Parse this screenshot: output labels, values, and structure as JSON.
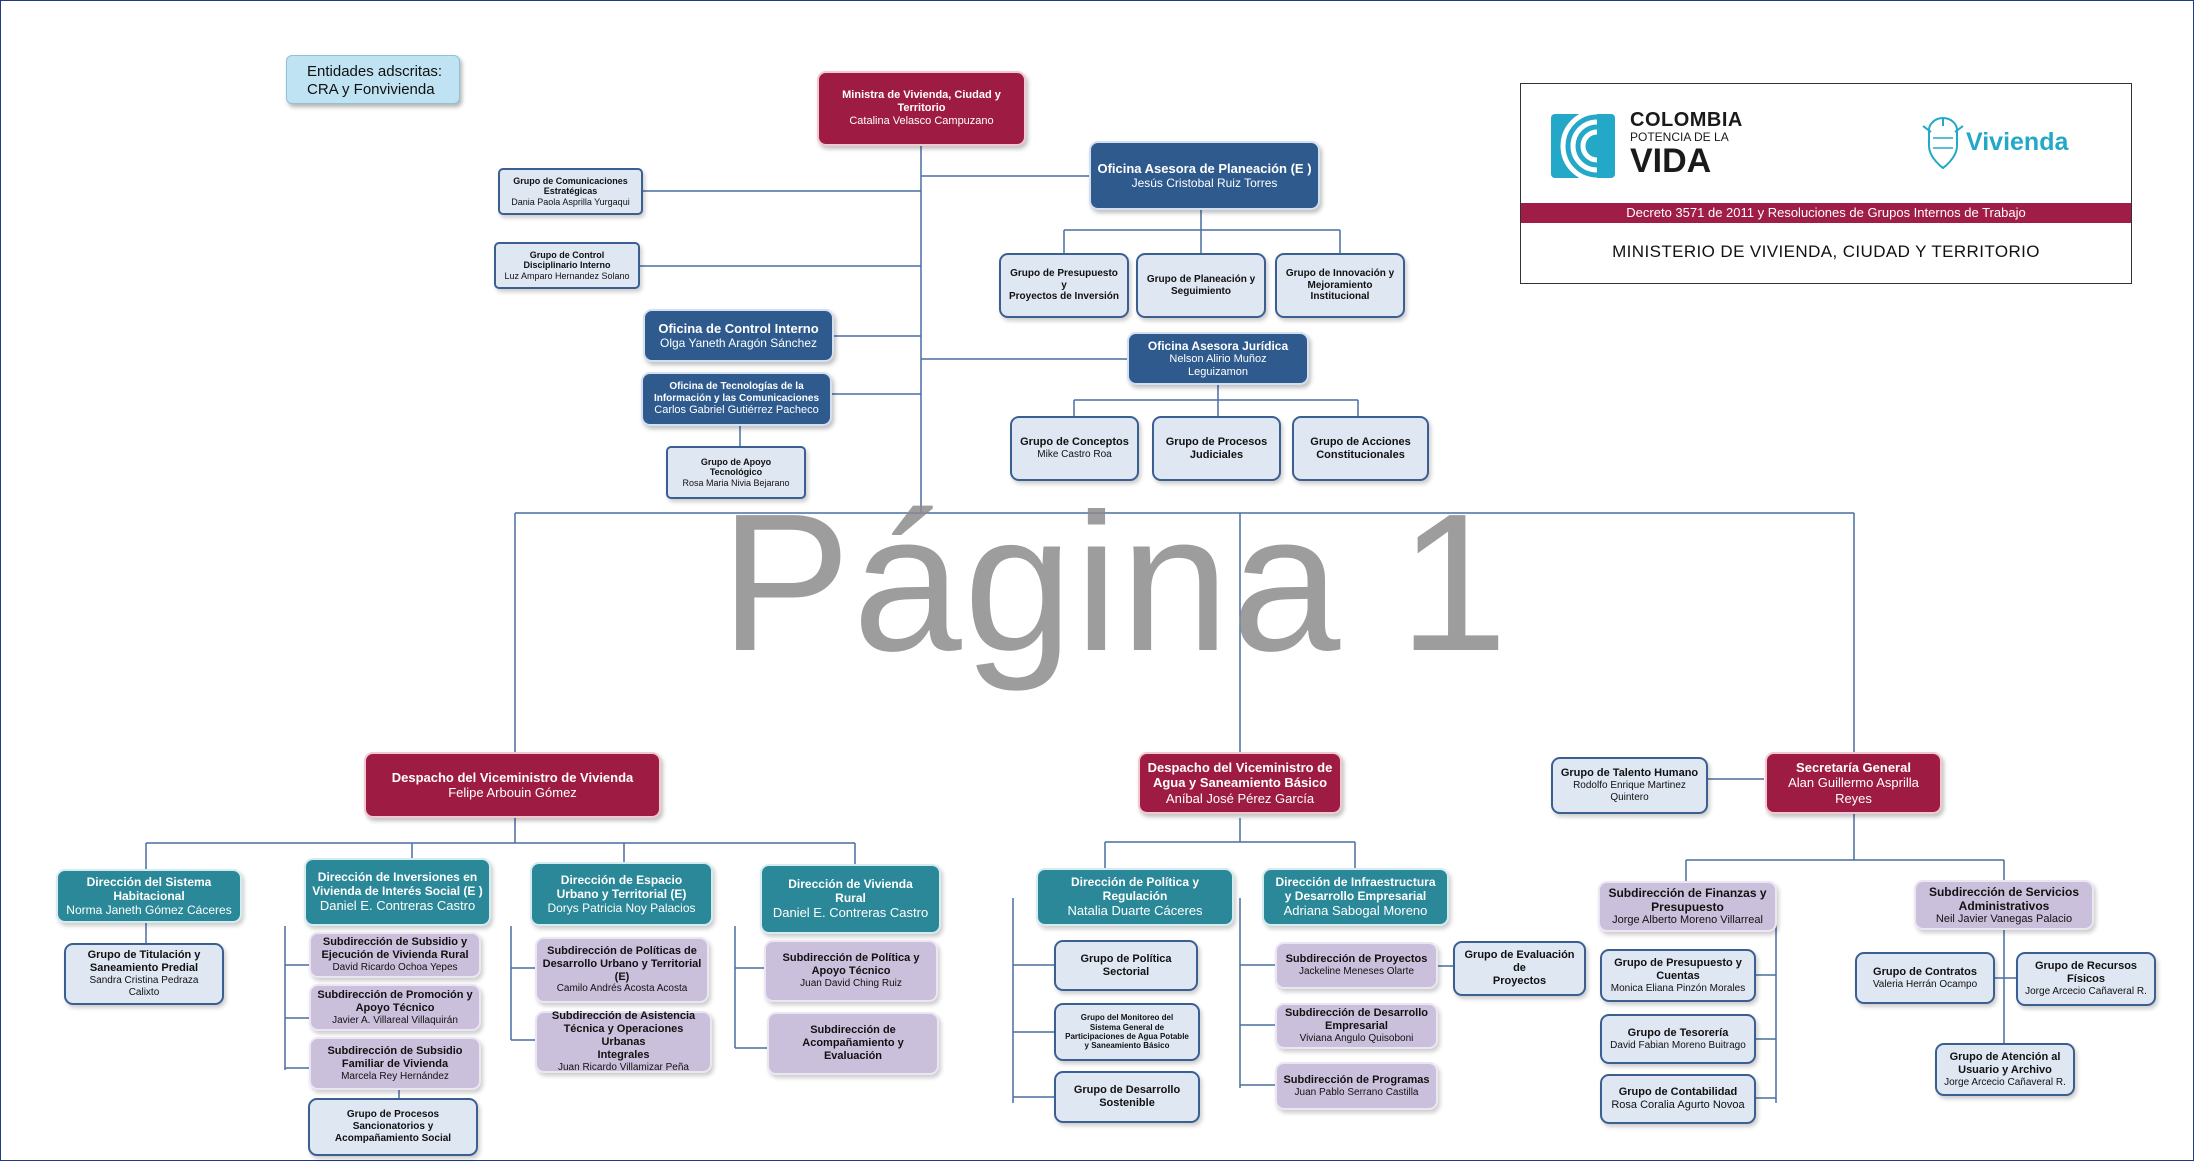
{
  "entidades": {
    "l1": "Entidades adscritas:",
    "l2": "CRA y Fonvivienda"
  },
  "watermark": "Página 1",
  "header": {
    "logo_l1": "COLOMBIA",
    "logo_l2": "POTENCIA DE LA",
    "logo_l3": "VIDA",
    "brand": "Vivienda",
    "decree": "Decreto 3571 de 2011 y Resoluciones de Grupos Internos de Trabajo",
    "ministry": "MINISTERIO DE VIVIENDA, CIUDAD Y TERRITORIO"
  },
  "colors": {
    "crimson": "#9e1c43",
    "navy": "#2e5a8e",
    "teal": "#2a8898",
    "lavender": "#cbc0db",
    "light": "#dfe7f3",
    "line": "#4a6fa0",
    "brand_blue": "#23a8c8"
  },
  "org": {
    "ministra": {
      "t1": "Ministra de Vivienda, Ciudad y",
      "t2": "Territorio",
      "n": "Catalina  Velasco  Campuzano"
    },
    "comunicaciones": {
      "t1": "Grupo de Comunicaciones",
      "t2": "Estratégicas",
      "n": "Dania Paola Asprilla Yurgaqui"
    },
    "disciplinario": {
      "t1": "Grupo de Control",
      "t2": "Disciplinario Interno",
      "n": "Luz Amparo Hernandez Solano"
    },
    "planeacion": {
      "t1": "Oficina Asesora de Planeación (E )",
      "n": "Jesús Cristobal  Ruiz Torres"
    },
    "presupuesto_proy": {
      "t1": "Grupo de Presupuesto y",
      "t2": "Proyectos de Inversión"
    },
    "planeacion_seg": {
      "t1": "Grupo de Planeación y",
      "t2": "Seguimiento"
    },
    "innovacion": {
      "t1": "Grupo de Innovación y",
      "t2": "Mejoramiento",
      "t3": "Institucional"
    },
    "control_interno": {
      "t1": "Oficina de Control Interno",
      "n": "Olga Yaneth  Aragón Sánchez"
    },
    "juridica": {
      "t1": "Oficina Asesora Jurídica",
      "n": "Nelson Alirio Muñoz",
      "n2": "Leguizamon"
    },
    "tic": {
      "t1": "Oficina de Tecnologías de la",
      "t2": "Información y las Comunicaciones",
      "n": "Carlos Gabriel Gutiérrez  Pacheco"
    },
    "apoyo_tec": {
      "t1": "Grupo de Apoyo",
      "t2": "Tecnológico",
      "n": "Rosa Maria Nivia Bejarano"
    },
    "conceptos": {
      "t1": "Grupo de Conceptos",
      "n": "Mike Castro  Roa"
    },
    "procesos_jud": {
      "t1": "Grupo de Procesos",
      "t2": "Judiciales"
    },
    "acciones_const": {
      "t1": "Grupo de Acciones",
      "t2": "Constitucionales"
    },
    "vice_vivienda": {
      "t1": "Despacho  del Viceministro  de Vivienda",
      "n": "Felipe Arbouin Gómez"
    },
    "vice_agua": {
      "t1": "Despacho  del Viceministro  de",
      "t2": "Agua y Saneamiento  Básico",
      "n": "Aníbal José Pérez García"
    },
    "secretaria": {
      "t1": "Secretaría  General",
      "n": "Alan Guillermo Asprilla",
      "n2": "Reyes"
    },
    "talento": {
      "t1": "Grupo de Talento Humano",
      "n": "Rodolfo Enrique Martinez",
      "n2": "Quintero"
    },
    "dir_sistema": {
      "t1": "Dirección  del Sistema",
      "t2": "Habitacional",
      "n": "Norma Janeth  Gómez Cáceres"
    },
    "titulacion": {
      "t1": "Grupo de Titulación  y",
      "t2": "Saneamiento  Predial",
      "n": "Sandra  Cristina  Pedraza",
      "n2": "Calixto"
    },
    "dir_inversiones": {
      "t1": "Dirección de Inversiones en",
      "t2": "Vivienda de Interés Social (E )",
      "n": "Daniel E. Contreras Castro"
    },
    "sub_subsidio": {
      "t1": "Subdirección de Subsidio y",
      "t2": "Ejecución de Vivienda Rural",
      "n": "David Ricardo  Ochoa Yepes"
    },
    "sub_promocion": {
      "t1": "Subdirección de Promoción y",
      "t2": "Apoyo Técnico",
      "n": "Javier A. Villareal  Villaquirán"
    },
    "sub_familiar": {
      "t1": "Subdirección de Subsidio",
      "t2": "Familiar de Vivienda",
      "n": "Marcela Rey Hernández"
    },
    "sancionatorios": {
      "t1": "Grupo de Procesos",
      "t2": "Sancionatorios y",
      "t3": "Acompañamiento Social"
    },
    "dir_espacio": {
      "t1": "Dirección  de Espacio",
      "t2": "Urbano y Territorial  (E)",
      "n": "Dorys Patricia  Noy Palacios"
    },
    "sub_politicas_urb": {
      "t1": "Subdirección de Políticas de",
      "t2": "Desarrollo Urbano y Territorial",
      "t3": "(E)",
      "n": "Camilo Andrés  Acosta  Acosta"
    },
    "sub_asistencia": {
      "t1": "Subdirección de Asistencia",
      "t2": "Técnica y Operaciones Urbanas",
      "t3": "Integrales",
      "n": "Juan Ricardo  Villamizar Peña"
    },
    "dir_rural": {
      "t1": "Dirección  de Vivienda",
      "t2": "Rural",
      "n": "Daniel E. Contreras Castro"
    },
    "sub_politica_rural": {
      "t1": "Subdirección de Política y",
      "t2": "Apoyo Técnico",
      "n": "Juan David Ching Ruiz"
    },
    "sub_acompanamiento": {
      "t1": "Subdirección de",
      "t2": "Acompañamiento  y",
      "t3": "Evaluación"
    },
    "dir_politica_reg": {
      "t1": "Dirección  de Política  y",
      "t2": "Regulación",
      "n": "Natalia Duarte Cáceres"
    },
    "politica_sectorial": {
      "t1": "Grupo de Política",
      "t2": "Sectorial"
    },
    "monitoreo": {
      "t1": "Grupo del Monitoreo del",
      "t2": "Sistema General de",
      "t3": "Participaciones de Agua Potable",
      "t4": "y Saneamiento Básico"
    },
    "desarrollo_sost": {
      "t1": "Grupo de Desarrollo",
      "t2": "Sostenible"
    },
    "dir_infra": {
      "t1": "Dirección  de Infraestructura",
      "t2": "y Desarrollo  Empresarial",
      "n": "Adriana Sabogal Moreno"
    },
    "sub_proyectos": {
      "t1": "Subdirección de Proyectos",
      "n": "Jackeline Meneses Olarte"
    },
    "eval_proyectos": {
      "t1": "Grupo de Evaluación  de",
      "t2": "Proyectos"
    },
    "sub_des_empresarial": {
      "t1": "Subdirección de Desarrollo",
      "t2": "Empresarial",
      "n": "Viviana Angulo Quisoboni"
    },
    "sub_programas": {
      "t1": "Subdirección de Programas",
      "n": "Juan Pablo Serrano Castilla"
    },
    "sub_finanzas": {
      "t1": "Subdirección de Finanzas y",
      "t2": "Presupuesto",
      "n": "Jorge Alberto  Moreno Villarreal"
    },
    "presupuesto_cuentas": {
      "t1": "Grupo de Presupuesto  y",
      "t2": "Cuentas",
      "n": "Monica Eliana Pinzón Morales"
    },
    "tesoreria": {
      "t1": "Grupo de Tesorería",
      "n": "David Fabian Moreno Buitrago"
    },
    "contabilidad": {
      "t1": "Grupo de Contabilidad",
      "n": "Rosa  Coralia  Agurto Novoa"
    },
    "sub_servicios": {
      "t1": "Subdirección  de Servicios",
      "t2": "Administrativos",
      "n": "Neil Javier Vanegas Palacio"
    },
    "contratos": {
      "t1": "Grupo de Contratos",
      "n": "Valeria Herrán Ocampo"
    },
    "recursos_fisicos": {
      "t1": "Grupo de Recursos",
      "t2": "Físicos",
      "n": "Jorge Arcecio Cañaveral R."
    },
    "atencion_usuario": {
      "t1": "Grupo de Atención al",
      "t2": "Usuario y Archivo",
      "n": "Jorge Arcecio Cañaveral R."
    }
  }
}
